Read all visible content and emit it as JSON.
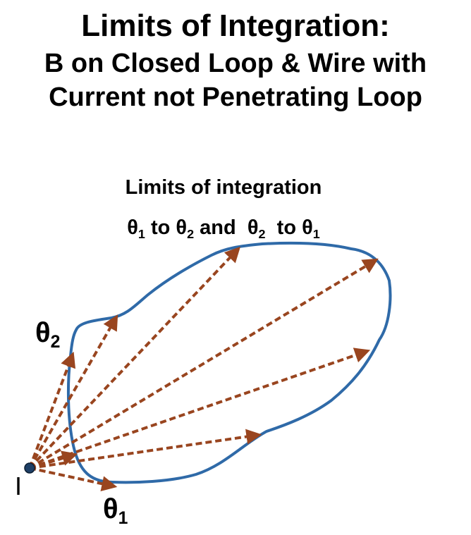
{
  "title": {
    "main": "Limits of Integration:",
    "line2": "B on Closed Loop & Wire with",
    "line3": "Current not Penetrating Loop"
  },
  "caption": {
    "line1": "Limits of integration",
    "line2": {
      "theta": "θ",
      "sub1": "1",
      "sub2": "2",
      "to": "to",
      "and": "and"
    }
  },
  "labels": {
    "theta": "θ",
    "theta2_sub": "2",
    "theta1_sub": "1",
    "current": "I"
  },
  "colors": {
    "loop": "#2f6aa8",
    "arrow": "#99451f",
    "wire": "#1e3f66"
  }
}
